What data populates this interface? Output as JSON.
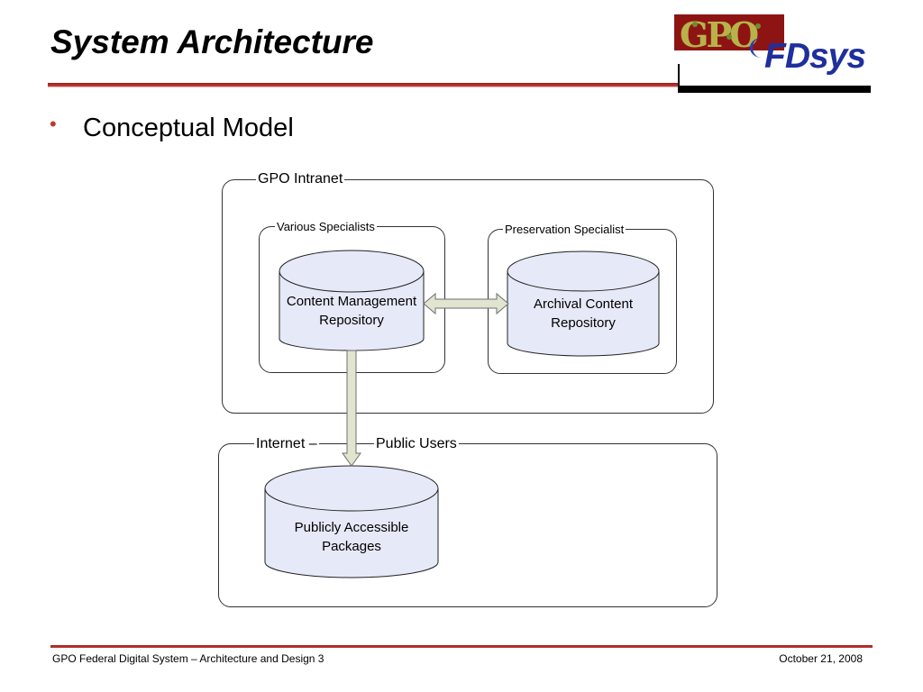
{
  "slide": {
    "title": "System Architecture",
    "bullet": "Conceptual Model"
  },
  "logo": {
    "gpo_text": "GPO",
    "fdsys_text": "FDsys"
  },
  "diagram": {
    "groups": {
      "intranet": "GPO Intranet",
      "various_specialists": "Various Specialists",
      "preservation_specialist": "Preservation Specialist",
      "internet_prefix": "Internet –",
      "internet_suffix": "Public Users"
    },
    "nodes": {
      "content_mgmt_line1": "Content Management",
      "content_mgmt_line2": "Repository",
      "archival_line1": "Archival Content",
      "archival_line2": "Repository",
      "public_line1": "Publicly Accessible",
      "public_line2": "Packages"
    }
  },
  "footer": {
    "left": "GPO Federal Digital System – Architecture and Design 3",
    "right": "October 21, 2008"
  },
  "colors": {
    "cylinder_fill": "#e6e9f7",
    "arrow_fill": "#dfe5cf",
    "accent_red": "#9b1b1b",
    "fdsys_blue": "#1f2f9c"
  }
}
